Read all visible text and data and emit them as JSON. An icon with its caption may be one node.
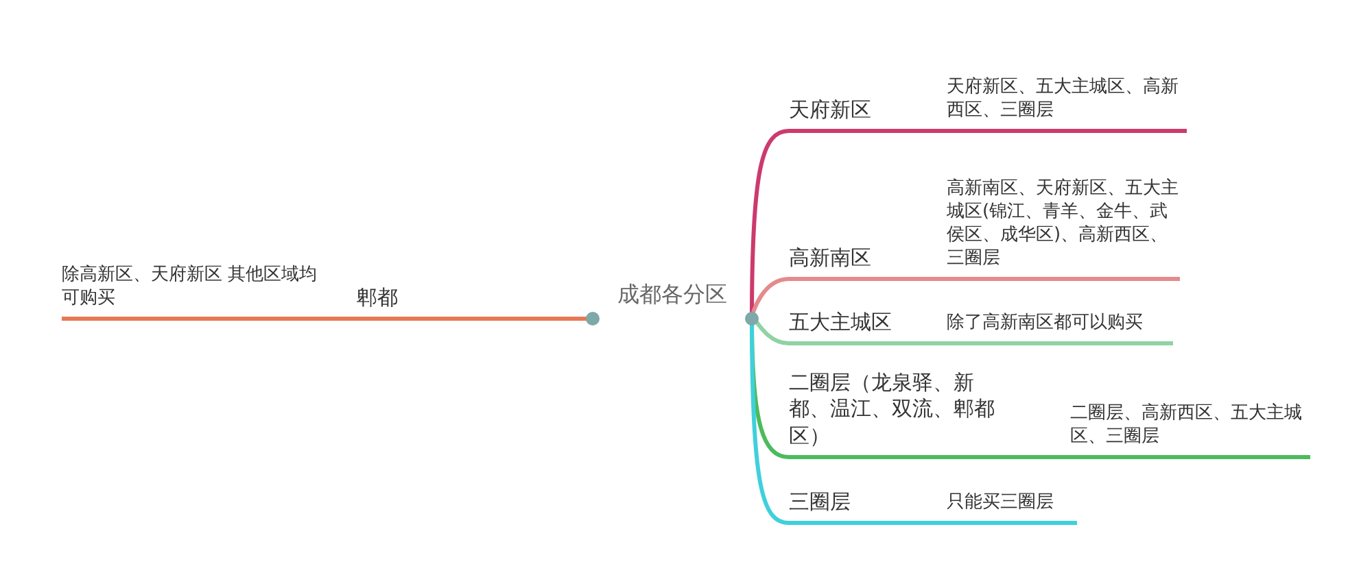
{
  "diagram": {
    "nodes": [
      {
        "text": [
          "成都各分区"
        ]
      },
      {
        "text": [
          "天府新区"
        ]
      },
      {
        "text": [
          "天府新区、五大主城区、高新西区、三圈层"
        ]
      },
      {
        "text": [
          "高新南区"
        ]
      },
      {
        "text": [
          "高新南区、天府新区、五大主城区(锦江、青羊、金牛、武侯区、成华区)、高新西区、三圈层"
        ]
      },
      {
        "text": [
          "五大主城区"
        ]
      },
      {
        "text": [
          "除了高新南区都可以购买"
        ]
      },
      {
        "text": [
          "二圈层（龙泉驿、新都、温江、双流、郫都区）"
        ]
      },
      {
        "text": [
          "二圈层、高新西区、五大主城区、三圈层"
        ]
      },
      {
        "text": [
          "三圈层"
        ]
      },
      {
        "text": [
          "只能买三圈层"
        ]
      },
      {
        "text": [
          "郫都"
        ]
      },
      {
        "text": [
          "除高新区、天府新区 其他区域均可购买"
        ]
      }
    ],
    "edges": [
      {
        "from": 0,
        "to": 1,
        "arrow": "none",
        "color": "#cc3a6e"
      },
      {
        "from": 1,
        "to": 2,
        "arrow": "none",
        "color": "#cc3a6e"
      },
      {
        "from": 0,
        "to": 3,
        "arrow": "none",
        "color": "#e58a8a"
      },
      {
        "from": 3,
        "to": 4,
        "arrow": "none",
        "color": "#e58a8a"
      },
      {
        "from": 0,
        "to": 5,
        "arrow": "none",
        "color": "#8fd3a3"
      },
      {
        "from": 5,
        "to": 6,
        "arrow": "none",
        "color": "#8fd3a3"
      },
      {
        "from": 0,
        "to": 7,
        "arrow": "none",
        "color": "#4cbb5c"
      },
      {
        "from": 7,
        "to": 8,
        "arrow": "none",
        "color": "#4cbb5c"
      },
      {
        "from": 0,
        "to": 9,
        "arrow": "none",
        "color": "#3fd0dc"
      },
      {
        "from": 9,
        "to": 10,
        "arrow": "none",
        "color": "#3fd0dc"
      },
      {
        "from": 0,
        "to": 11,
        "arrow": "none",
        "color": "#e47a55"
      },
      {
        "from": 11,
        "to": 12,
        "arrow": "none",
        "color": "#e47a55"
      }
    ]
  }
}
